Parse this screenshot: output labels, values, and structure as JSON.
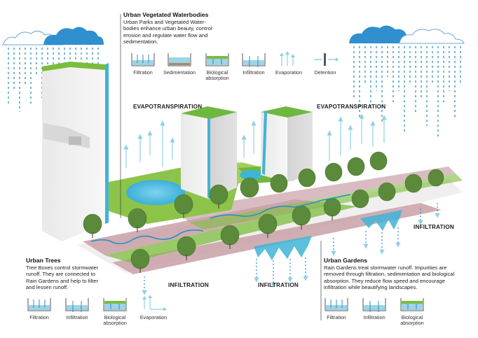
{
  "vegetated_waterbodies": {
    "title": "Urban Vegetated Waterbodies",
    "desc_lines": [
      "Urban Parks and Vegetated Water-",
      "bodies enhance urban beauty, control",
      "erosion and regulate water flow and",
      "sedimentation."
    ],
    "processes": [
      "Filtration",
      "Sedimentation",
      "Biological absorption",
      "Infiltration",
      "Evaporation",
      "Detention"
    ]
  },
  "urban_trees": {
    "title": "Urban Trees",
    "desc_lines": [
      "Tree Boxes control stormwater",
      "runoff. They are connected to",
      "Rain Gardens and help to filter",
      "and lessen runoff."
    ],
    "processes": [
      "Filtration",
      "Infiltration",
      "Biological absorption",
      "Evaporation"
    ]
  },
  "urban_gardens": {
    "title": "Urban Gardens",
    "desc_lines": [
      "Rain Gardens treat stormwater runoff. Impurities are",
      "removed through filtration, sedimentation and biological",
      "absorption. They reduce flow speed and encourage",
      "infiltration while beautifying landscapes."
    ],
    "processes": [
      "Filtration",
      "Infiltration",
      "Biological absorption"
    ]
  },
  "labels": {
    "evapotranspiration_left": "EVAPOTRANSPIRATION",
    "evapotranspiration_right": "EVAPOTRANSPIRATION",
    "infiltration_right": "INFILTRATION",
    "infiltration_center": "INFILTRATION",
    "infiltration_left": "INFILTRATION"
  },
  "colors": {
    "water": "#3fb4d6",
    "arrow": "#8fd0e4",
    "rain": "#2a8fc0",
    "cloud": "#2f8fcf",
    "grass": "#7cbc3c",
    "road": "#c9a0a6",
    "tree": "#5a8a3a"
  }
}
